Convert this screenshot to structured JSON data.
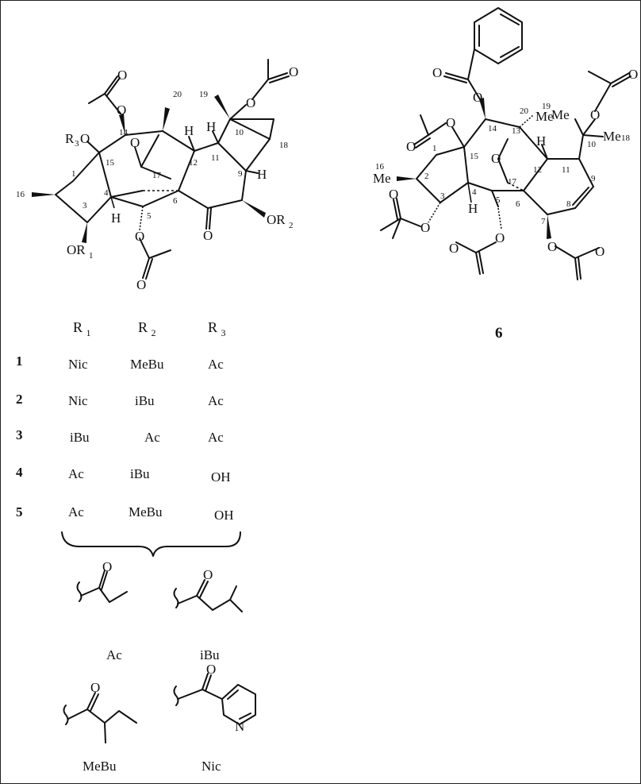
{
  "compound_6_label": "6",
  "table": {
    "headers": [
      "R1",
      "R2",
      "R3"
    ],
    "rows": [
      {
        "id": "1",
        "r1": "Nic",
        "r2": "MeBu",
        "r3": "Ac"
      },
      {
        "id": "2",
        "r1": "Nic",
        "r2": "iBu",
        "r3": "Ac"
      },
      {
        "id": "3",
        "r1": "iBu",
        "r2": "Ac",
        "r3": "Ac"
      },
      {
        "id": "4",
        "r1": "Ac",
        "r2": "iBu",
        "r3": "OH"
      },
      {
        "id": "5",
        "r1": "Ac",
        "r2": "MeBu",
        "r3": "OH"
      }
    ]
  },
  "substituents": {
    "ac": "Ac",
    "ibu": "iBu",
    "mebu": "MeBu",
    "nic": "Nic"
  },
  "structure_left": {
    "atom_labels": {
      "r3o_r": "R",
      "r3o_sub": "3",
      "r3o_o": "O",
      "or1_o": "OR",
      "or1_sub": "1",
      "or2_o": "OR",
      "or2_sub": "2",
      "h4": "H",
      "h12": "H",
      "h11": "H",
      "h9": "H",
      "o_ring": "O",
      "o_ket": "O",
      "o_ac14a": "O",
      "o_ac14b": "O",
      "o_ac10a": "O",
      "o_ac10b": "O",
      "o_ac5a": "O",
      "o_ac5b": "O"
    },
    "numbers": {
      "n1": "1",
      "n3": "3",
      "n4": "4",
      "n5": "5",
      "n6": "6",
      "n9": "9",
      "n10": "10",
      "n11": "11",
      "n12": "12",
      "n14": "14",
      "n15": "15",
      "n16": "16",
      "n17": "17",
      "n18": "18",
      "n19": "19",
      "n20": "20"
    }
  },
  "structure_right": {
    "atom_labels": {
      "me2": "Me",
      "me13": "Me",
      "me10a": "Me",
      "me10b": "Me",
      "h4": "H",
      "h12": "H",
      "o_ring": "O",
      "o_bz": "O",
      "o_bz2": "O",
      "o_ac15": "O",
      "o_ac15b": "O",
      "o_ac3": "O",
      "o_ac3b": "O",
      "o_ac5": "O",
      "o_ac5b": "O",
      "o_ac7": "O",
      "o_ac7b": "O",
      "o_ac10": "O",
      "o_ac10b": "O"
    },
    "numbers": {
      "n1": "1",
      "n2": "2",
      "n3": "3",
      "n4": "4",
      "n5": "5",
      "n6": "6",
      "n7": "7",
      "n8": "8",
      "n9": "9",
      "n10": "10",
      "n11": "11",
      "n12": "12",
      "n13": "13",
      "n14": "14",
      "n15": "15",
      "n16": "16",
      "n17": "17",
      "n18": "18",
      "n19": "19",
      "n20": "20"
    }
  },
  "fragment_labels": {
    "o_ac": "O",
    "o_ibu": "O",
    "o_mebu": "O",
    "o_nic": "O",
    "n_nic": "N"
  }
}
